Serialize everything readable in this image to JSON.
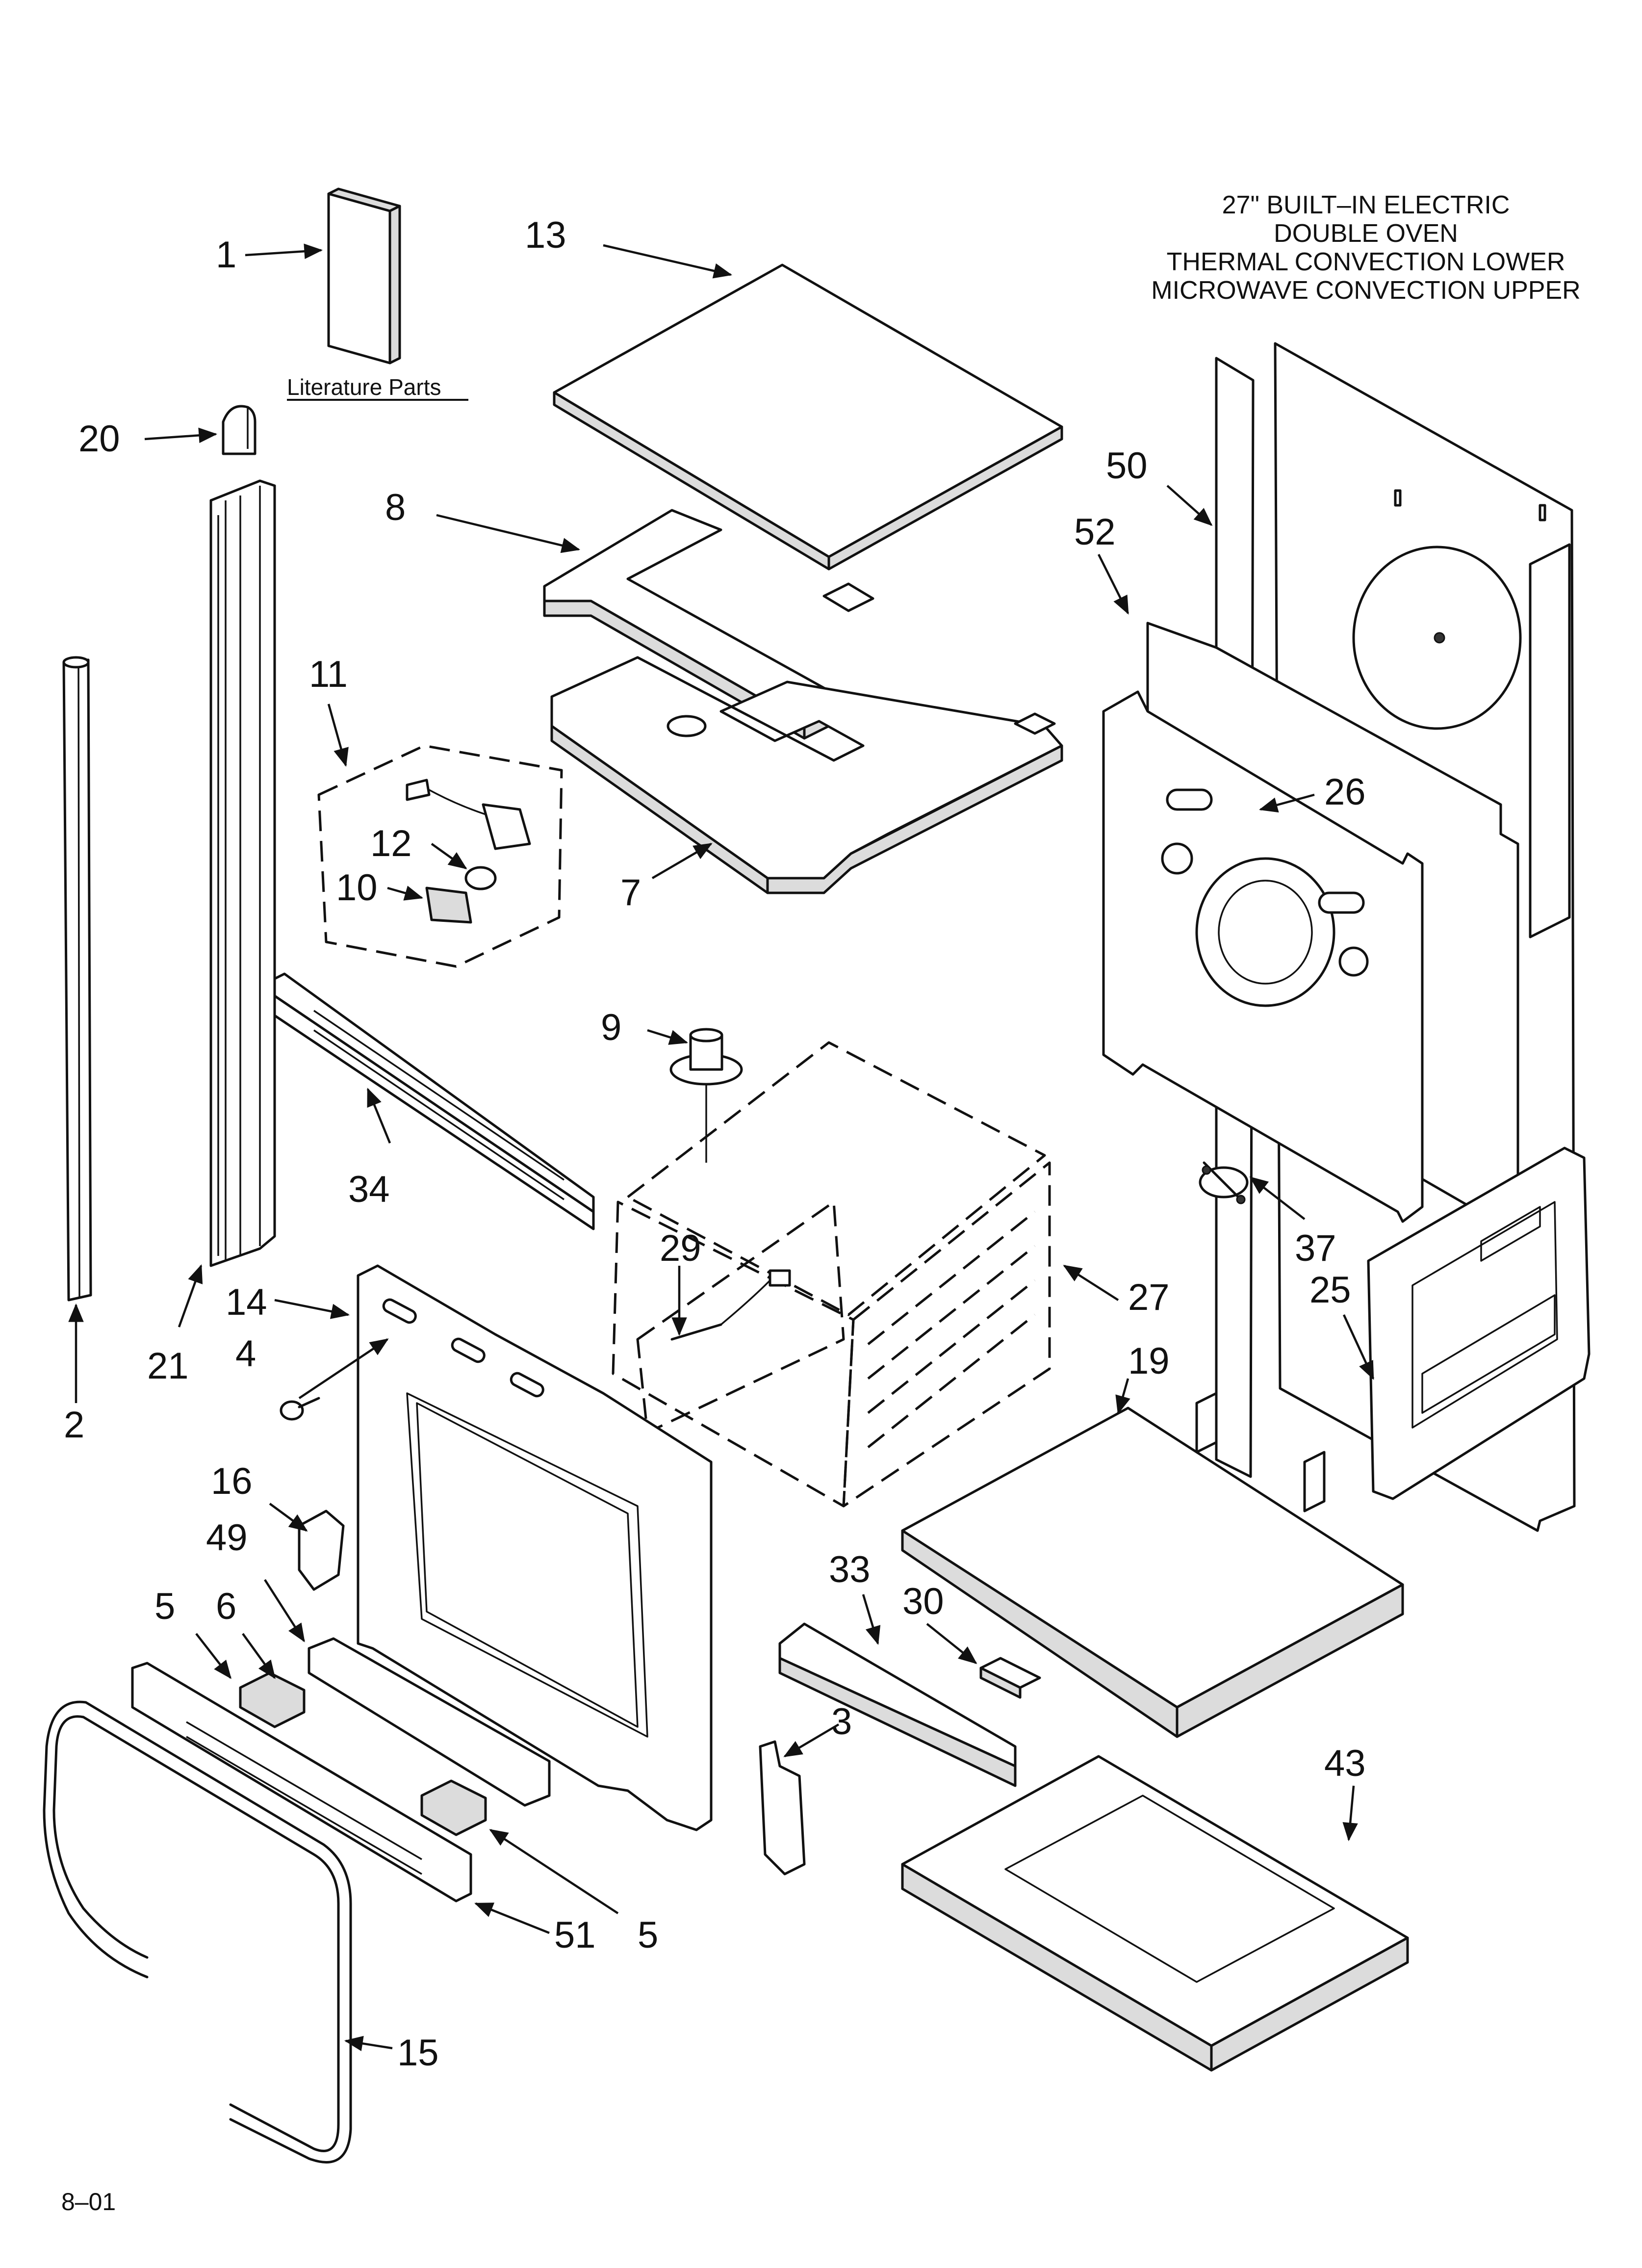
{
  "title_lines": [
    "27\" BUILT–IN ELECTRIC",
    "DOUBLE OVEN",
    "THERMAL CONVECTION LOWER",
    "MICROWAVE CONVECTION UPPER"
  ],
  "literature_label": "Literature Parts",
  "date_code": "8–01",
  "callouts": {
    "c1": "1",
    "c13": "13",
    "c20": "20",
    "c8": "8",
    "c50": "50",
    "c52": "52",
    "c11": "11",
    "c12": "12",
    "c10": "10",
    "c7": "7",
    "c26": "26",
    "c9": "9",
    "c34": "34",
    "c29": "29",
    "c27": "27",
    "c37": "37",
    "c25": "25",
    "c14": "14",
    "c21": "21",
    "c4": "4",
    "c2": "2",
    "c19": "19",
    "c16": "16",
    "c49": "49",
    "c33": "33",
    "c30": "30",
    "c5a": "5",
    "c6": "6",
    "c3": "3",
    "c43": "43",
    "c51": "51",
    "c5b": "5",
    "c15": "15"
  }
}
